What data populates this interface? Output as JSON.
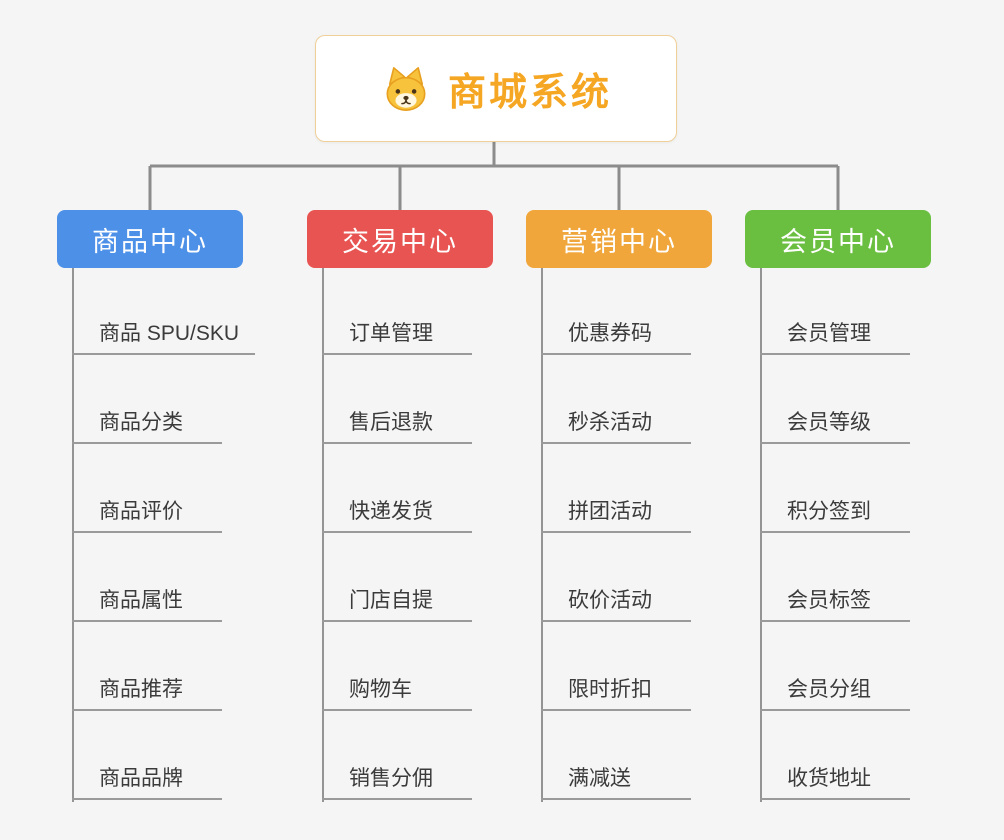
{
  "root": {
    "title": "商城系统"
  },
  "branches": [
    {
      "label": "商品中心",
      "color": "#4d90e8",
      "children": [
        "商品 SPU/SKU",
        "商品分类",
        "商品评价",
        "商品属性",
        "商品推荐",
        "商品品牌"
      ]
    },
    {
      "label": "交易中心",
      "color": "#e85452",
      "children": [
        "订单管理",
        "售后退款",
        "快递发货",
        "门店自提",
        "购物车",
        "销售分佣"
      ]
    },
    {
      "label": "营销中心",
      "color": "#f0a63a",
      "children": [
        "优惠券码",
        "秒杀活动",
        "拼团活动",
        "砍价活动",
        "限时折扣",
        "满减送"
      ]
    },
    {
      "label": "会员中心",
      "color": "#6abf40",
      "children": [
        "会员管理",
        "会员等级",
        "积分签到",
        "会员标签",
        "会员分组",
        "收货地址"
      ]
    }
  ],
  "colors": {
    "background": "#f5f5f5",
    "connector_line": "#8c8c8c",
    "child_underline": "#9a9a9a",
    "root_border": "#f0d098",
    "root_title": "#f5a623"
  }
}
